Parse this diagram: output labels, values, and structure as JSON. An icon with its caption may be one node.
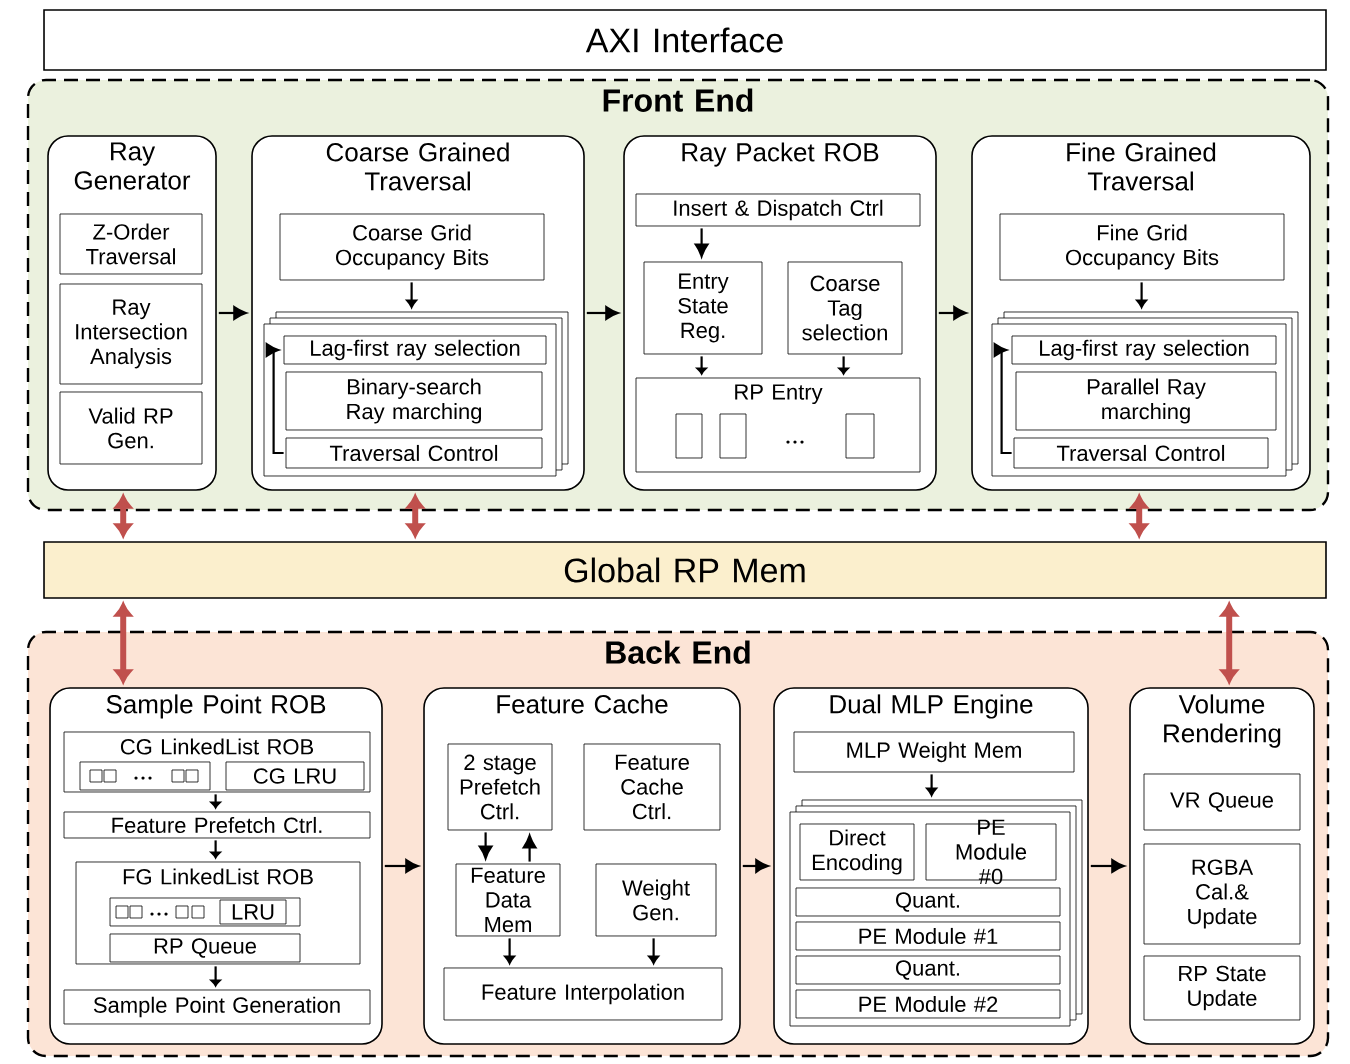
{
  "diagram": {
    "nodes": [
      {
        "text": [
          "AXI Interface"
        ]
      },
      {
        "text": [
          "Front End"
        ]
      },
      {
        "text": [
          "Ray Generator"
        ],
        "in": 1
      },
      {
        "text": [
          "Z-Order Traversal"
        ],
        "in": 2
      },
      {
        "text": [
          "Ray Intersection Analysis"
        ],
        "in": 2
      },
      {
        "text": [
          "Valid RP Gen."
        ],
        "in": 2
      },
      {
        "text": [
          "Coarse Grained Traversal"
        ],
        "in": 1
      },
      {
        "text": [
          "Coarse Grid Occupancy Bits"
        ],
        "in": 6
      },
      {
        "text": [],
        "shape": "box",
        "in": 6
      },
      {
        "text": [
          "Lag-first ray selection"
        ],
        "in": 8
      },
      {
        "text": [
          "Binary-search Ray marching"
        ],
        "in": 8
      },
      {
        "text": [
          "Traversal Control"
        ],
        "in": 8
      },
      {
        "text": [
          "Ray Packet ROB"
        ],
        "in": 1
      },
      {
        "text": [
          "Insert & Dispatch Ctrl"
        ],
        "in": 12
      },
      {
        "text": [
          "Entry State Reg."
        ],
        "in": 12
      },
      {
        "text": [
          "Coarse Tag selection"
        ],
        "in": 12
      },
      {
        "text": [
          "RP Entry"
        ],
        "in": 12
      },
      {
        "text": [],
        "shape": "box",
        "in": 16
      },
      {
        "text": [],
        "shape": "box",
        "in": 16
      },
      {
        "text": [],
        "shape": "box",
        "in": 16
      },
      {
        "text": [
          "Fine Grained Traversal"
        ],
        "in": 1
      },
      {
        "text": [
          "Fine Grid Occupancy Bits"
        ],
        "in": 20
      },
      {
        "text": [],
        "shape": "box",
        "in": 20
      },
      {
        "text": [
          "Lag-first ray selection"
        ],
        "in": 22
      },
      {
        "text": [
          "Parallel Ray marching"
        ],
        "in": 22
      },
      {
        "text": [
          "Traversal Control"
        ],
        "in": 22
      },
      {
        "text": [
          "Global RP Mem"
        ]
      },
      {
        "text": [
          "Back End"
        ]
      },
      {
        "text": [
          "Sample Point ROB"
        ],
        "in": 27
      },
      {
        "text": [
          "CG LinkedList ROB"
        ],
        "in": 28
      },
      {
        "text": [],
        "shape": "box",
        "in": 29
      },
      {
        "text": [
          "CG LRU"
        ],
        "in": 29
      },
      {
        "text": [
          "Feature Prefetch Ctrl."
        ],
        "in": 28
      },
      {
        "text": [
          "FG LinkedList ROB"
        ],
        "in": 28
      },
      {
        "text": [],
        "shape": "box",
        "in": 33
      },
      {
        "text": [
          "LRU"
        ],
        "in": 34
      },
      {
        "text": [
          "RP Queue"
        ],
        "in": 33
      },
      {
        "text": [
          "Sample Point Generation"
        ],
        "in": 28
      },
      {
        "text": [
          "Feature Cache"
        ],
        "in": 27
      },
      {
        "text": [
          "2 stage Prefetch Ctrl."
        ],
        "in": 38
      },
      {
        "text": [
          "Feature Cache Ctrl."
        ],
        "in": 38
      },
      {
        "text": [
          "Feature Data Mem"
        ],
        "in": 38
      },
      {
        "text": [
          "Weight Gen."
        ],
        "in": 38
      },
      {
        "text": [
          "Feature Interpolation"
        ],
        "in": 38
      },
      {
        "text": [
          "Dual MLP Engine"
        ],
        "in": 27
      },
      {
        "text": [
          "MLP Weight Mem"
        ],
        "in": 44
      },
      {
        "text": [],
        "shape": "box",
        "in": 44
      },
      {
        "text": [
          "Direct Encoding"
        ],
        "in": 46
      },
      {
        "text": [
          "PE Module #0"
        ],
        "in": 46
      },
      {
        "text": [
          "Quant."
        ],
        "in": 46
      },
      {
        "text": [
          "PE Module #1"
        ],
        "in": 46
      },
      {
        "text": [
          "Quant."
        ],
        "in": 46
      },
      {
        "text": [
          "PE Module #2"
        ],
        "in": 46
      },
      {
        "text": [
          "Volume Rendering"
        ],
        "in": 27
      },
      {
        "text": [
          "VR Queue"
        ],
        "in": 53
      },
      {
        "text": [
          "RGBA Cal.& Update"
        ],
        "in": 53
      },
      {
        "text": [
          "RP State Update"
        ],
        "in": 53
      }
    ],
    "edges": [
      {
        "from": 2,
        "to": 6,
        "arrow": "to"
      },
      {
        "from": 6,
        "to": 12,
        "arrow": "to"
      },
      {
        "from": 12,
        "to": 20,
        "arrow": "to"
      },
      {
        "from": 7,
        "to": 8,
        "arrow": "to"
      },
      {
        "from": 11,
        "to": 9,
        "arrow": "to"
      },
      {
        "from": 13,
        "to": 14,
        "arrow": "to"
      },
      {
        "from": 14,
        "to": 16,
        "arrow": "to"
      },
      {
        "from": 15,
        "to": 16,
        "arrow": "to"
      },
      {
        "from": 21,
        "to": 22,
        "arrow": "to"
      },
      {
        "from": 25,
        "to": 23,
        "arrow": "to"
      },
      {
        "from": 2,
        "to": 26,
        "arrow": "both",
        "style": "thick",
        "color": "#c0504d"
      },
      {
        "from": 6,
        "to": 26,
        "arrow": "both",
        "style": "thick",
        "color": "#c0504d"
      },
      {
        "from": 20,
        "to": 26,
        "arrow": "both",
        "style": "thick",
        "color": "#c0504d"
      },
      {
        "from": 26,
        "to": 28,
        "arrow": "both",
        "style": "thick",
        "color": "#c0504d"
      },
      {
        "from": 26,
        "to": 53,
        "arrow": "both",
        "style": "thick",
        "color": "#c0504d"
      },
      {
        "from": 28,
        "to": 38,
        "arrow": "to"
      },
      {
        "from": 38,
        "to": 44,
        "arrow": "to"
      },
      {
        "from": 44,
        "to": 53,
        "arrow": "to"
      },
      {
        "from": 29,
        "to": 32,
        "arrow": "to"
      },
      {
        "from": 32,
        "to": 33,
        "arrow": "to"
      },
      {
        "from": 33,
        "to": 37,
        "arrow": "to"
      },
      {
        "from": 39,
        "to": 41,
        "arrow": "to"
      },
      {
        "from": 41,
        "to": 39,
        "arrow": "to"
      },
      {
        "from": 41,
        "to": 43,
        "arrow": "to"
      },
      {
        "from": 42,
        "to": 43,
        "arrow": "to"
      },
      {
        "from": 45,
        "to": 46,
        "arrow": "to"
      }
    ]
  }
}
